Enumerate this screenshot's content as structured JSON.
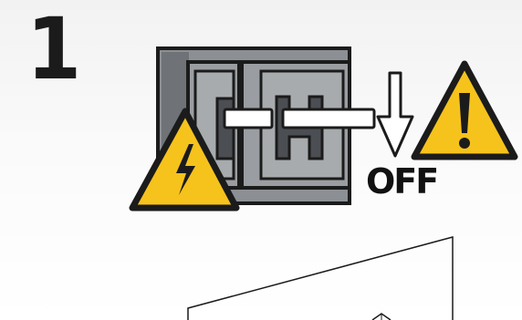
{
  "step": {
    "number": "1"
  },
  "switch": {
    "state_label": "OFF",
    "direction": "down"
  },
  "warnings": [
    {
      "icon": "electrical-hazard-icon",
      "color": "#f6c21c"
    },
    {
      "icon": "exclamation-warning-icon",
      "color": "#f6c21c"
    }
  ],
  "colors": {
    "breaker_gray": "#8c8f93",
    "breaker_dark": "#5d6064",
    "warning_yellow": "#f6c21c",
    "outline": "#1b1b1b"
  }
}
